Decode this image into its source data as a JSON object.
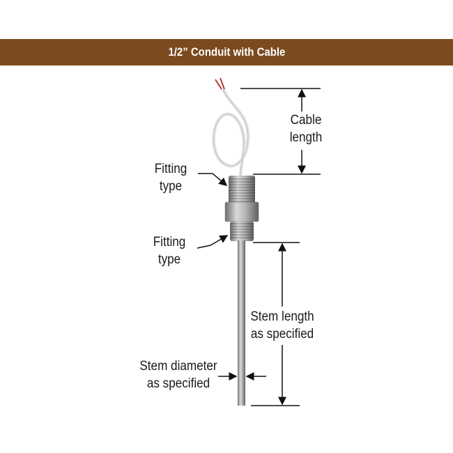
{
  "header": {
    "title": "1/2” Conduit with Cable"
  },
  "labels": {
    "cable_length": [
      "Cable",
      "length"
    ],
    "fitting_type_top": [
      "Fitting",
      "type"
    ],
    "fitting_type_bottom": [
      "Fitting",
      "type"
    ],
    "stem_length": [
      "Stem length",
      "as specified"
    ],
    "stem_diameter": [
      "Stem diameter",
      "as specified"
    ]
  },
  "colors": {
    "banner": "#7b4a1e",
    "wire": "#b03a2e",
    "metal": "#a8a8a8"
  }
}
